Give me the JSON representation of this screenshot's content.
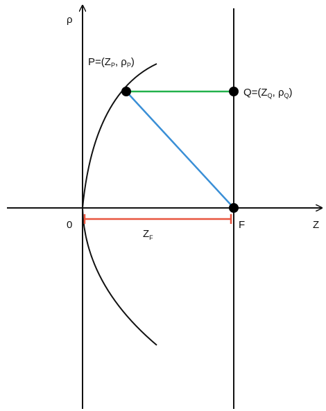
{
  "diagram": {
    "axes": {
      "vertical_label": "ρ",
      "horizontal_label": "Z",
      "origin_label": "0"
    },
    "points": {
      "P": {
        "prefix": "P=(Z",
        "sub1": "P",
        "mid": ", ρ",
        "sub2": "P",
        "suffix": ")"
      },
      "Q": {
        "prefix": "Q=(Z",
        "sub1": "Q",
        "mid": ", ρ",
        "sub2": "Q",
        "suffix": ")"
      },
      "F": {
        "label": "F"
      }
    },
    "dimension": {
      "main": "Z",
      "sub": "F"
    },
    "colors": {
      "axis": "#111111",
      "curve": "#111111",
      "segment_PQ": "#22b14c",
      "segment_PF": "#3a8fd6",
      "dimension": "#e8553e",
      "point": "#000000"
    }
  }
}
